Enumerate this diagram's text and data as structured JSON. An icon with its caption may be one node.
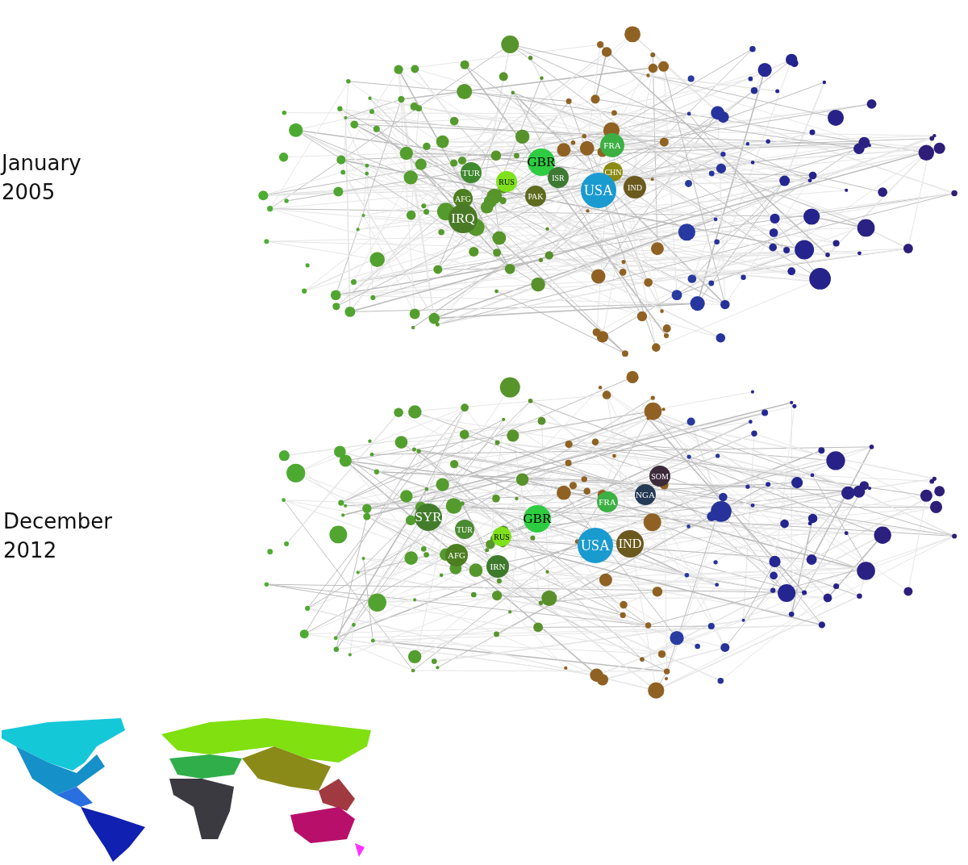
{
  "diagram": {
    "nodes": [
      {
        "text": [
          "FRA"
        ]
      },
      {
        "text": [
          "GBR"
        ]
      },
      {
        "text": [
          "TUR"
        ]
      },
      {
        "text": [
          "RUS"
        ]
      },
      {
        "text": [
          "ISR"
        ]
      },
      {
        "text": [
          "CHN"
        ]
      },
      {
        "text": [
          "IND"
        ]
      },
      {
        "text": [
          "USA"
        ]
      },
      {
        "text": [
          "AFG"
        ]
      },
      {
        "text": [
          "PAK"
        ]
      },
      {
        "text": [
          "IRQ"
        ]
      },
      {
        "text": [
          "SOM"
        ]
      },
      {
        "text": [
          "NGA"
        ]
      },
      {
        "text": [
          "FRA"
        ]
      },
      {
        "text": [
          "SYR"
        ]
      },
      {
        "text": [
          "GBR"
        ]
      },
      {
        "text": [
          "TUR"
        ]
      },
      {
        "text": [
          "RUS"
        ]
      },
      {
        "text": [
          "USA"
        ]
      },
      {
        "text": [
          "IND"
        ]
      },
      {
        "text": [
          "AFG"
        ]
      },
      {
        "text": [
          "IRN"
        ]
      }
    ],
    "labels": [
      "January 2005",
      "December 2012"
    ]
  }
}
